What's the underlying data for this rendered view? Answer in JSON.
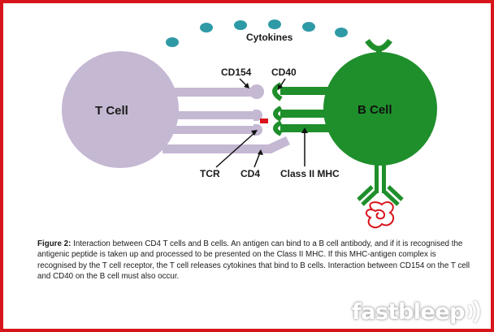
{
  "diagram": {
    "labels": {
      "cytokines": "Cytokines",
      "t_cell": "T Cell",
      "b_cell": "B Cell",
      "cd154": "CD154",
      "cd40": "CD40",
      "tcr": "TCR",
      "cd4": "CD4",
      "mhc": "Class II MHC"
    }
  },
  "caption": {
    "label": "Figure 2:",
    "text": " Interaction between CD4 T cells and B cells. An antigen can bind to a B cell antibody, and if it is recognised the antigenic peptide is taken up and processed to be presented on the Class II MHC. If this MHC-antigen complex is recognised by the T cell receptor, the T cell releases cytokines that bind to B cells. Interaction between CD154 on the T cell and CD40 on the B cell must also occur."
  },
  "brand": {
    "name": "fastbleep"
  },
  "colors": {
    "frame": "#d8141b",
    "t_cell": "#c5b8d3",
    "b_cell": "#1f8f2b",
    "cytokine": "#2e9aa6",
    "antigen": "#d8141b"
  }
}
